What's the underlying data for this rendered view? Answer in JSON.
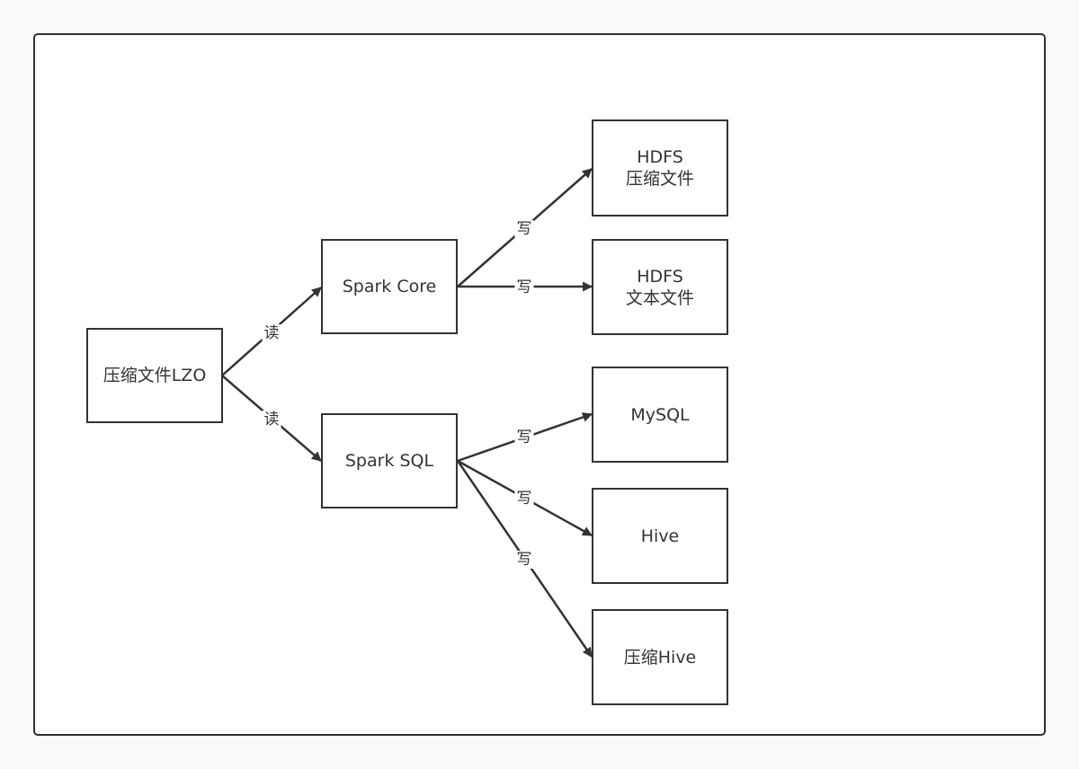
{
  "nodes": {
    "lzo": {
      "label": "压缩文件LZO"
    },
    "spark_core": {
      "label": "Spark Core"
    },
    "spark_sql": {
      "label": "Spark SQL"
    },
    "hdfs_compressed": {
      "line1": "HDFS",
      "line2": "压缩文件"
    },
    "hdfs_text": {
      "line1": "HDFS",
      "line2": "文本文件"
    },
    "mysql": {
      "label": "MySQL"
    },
    "hive": {
      "label": "Hive"
    },
    "compressed_hive": {
      "label": "压缩Hive"
    }
  },
  "edges": {
    "lzo_to_core": {
      "label": "读"
    },
    "lzo_to_sql": {
      "label": "读"
    },
    "core_to_hdfs_compressed": {
      "label": "写"
    },
    "core_to_hdfs_text": {
      "label": "写"
    },
    "sql_to_mysql": {
      "label": "写"
    },
    "sql_to_hive": {
      "label": "写"
    },
    "sql_to_compressed_hive": {
      "label": "写"
    }
  },
  "colors": {
    "stroke": "#333333",
    "frame": "#2f2f2f",
    "background": "#ffffff",
    "page": "#f9f9f9"
  }
}
